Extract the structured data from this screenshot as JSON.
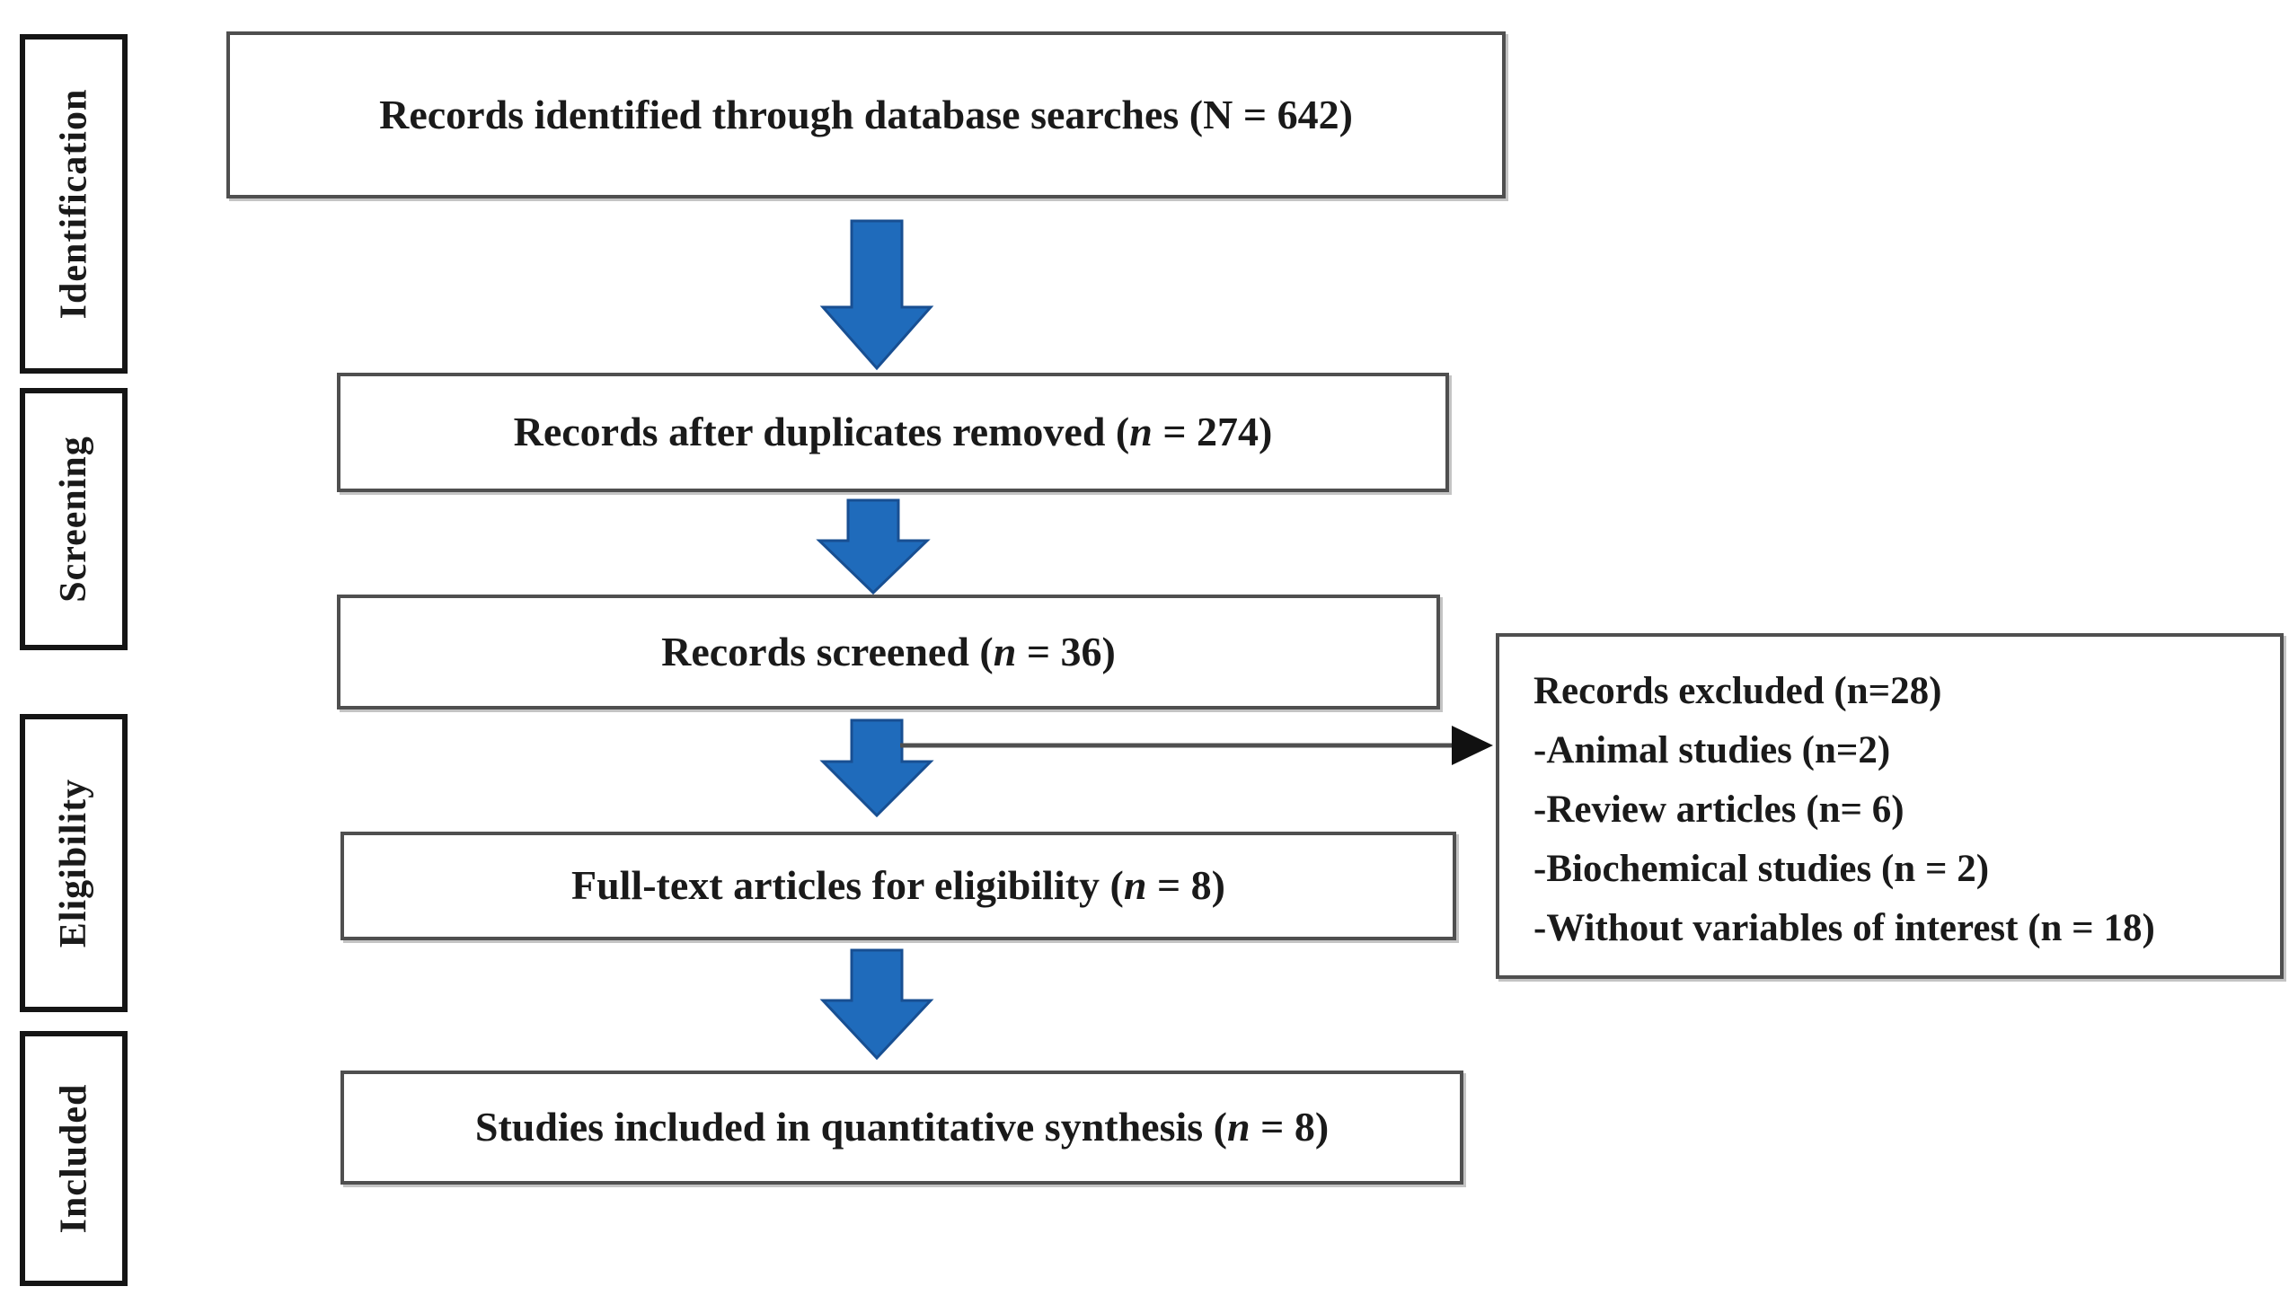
{
  "diagram": {
    "kind": "PRISMA flow diagram",
    "stages": [
      {
        "label": "Identification"
      },
      {
        "label": "Screening"
      },
      {
        "label": "Eligibility"
      },
      {
        "label": "Included"
      }
    ],
    "flow_boxes": [
      {
        "before": "Records identified through database searches (",
        "var": "N",
        "after": " = 642)"
      },
      {
        "before": "Records after duplicates removed (",
        "var": "n",
        "after": " = 274)"
      },
      {
        "before": "Records screened (",
        "var": "n",
        "after": " = 36)"
      },
      {
        "before": "Full-text articles for eligibility (",
        "var": "n",
        "after": " = 8)"
      },
      {
        "before": "Studies included in quantitative synthesis (",
        "var": "n",
        "after": " = 8)"
      }
    ],
    "exclusion_box": {
      "title": "Records excluded (n=28)",
      "items": [
        "-Animal studies (n=2)",
        "-Review articles (n= 6)",
        "-Biochemical studies (n = 2)",
        "-Without variables of interest (n = 18)"
      ]
    },
    "counts": {
      "identified": 642,
      "after_duplicates_removed": 274,
      "screened": 36,
      "full_text_for_eligibility": 8,
      "included_in_quantitative_synthesis": 8,
      "excluded": 28,
      "excluded_animal_studies": 2,
      "excluded_review_articles": 6,
      "excluded_biochemical_studies": 2,
      "excluded_without_variables_of_interest": 18
    },
    "colors": {
      "arrow_fill": "#1F6BBB",
      "arrow_edge": "#184F92",
      "connector_line": "#4f4f4f",
      "connector_head": "#111111",
      "box_border": "#4f4f4f",
      "stage_border": "#151515",
      "text": "#1a1a1a"
    }
  }
}
